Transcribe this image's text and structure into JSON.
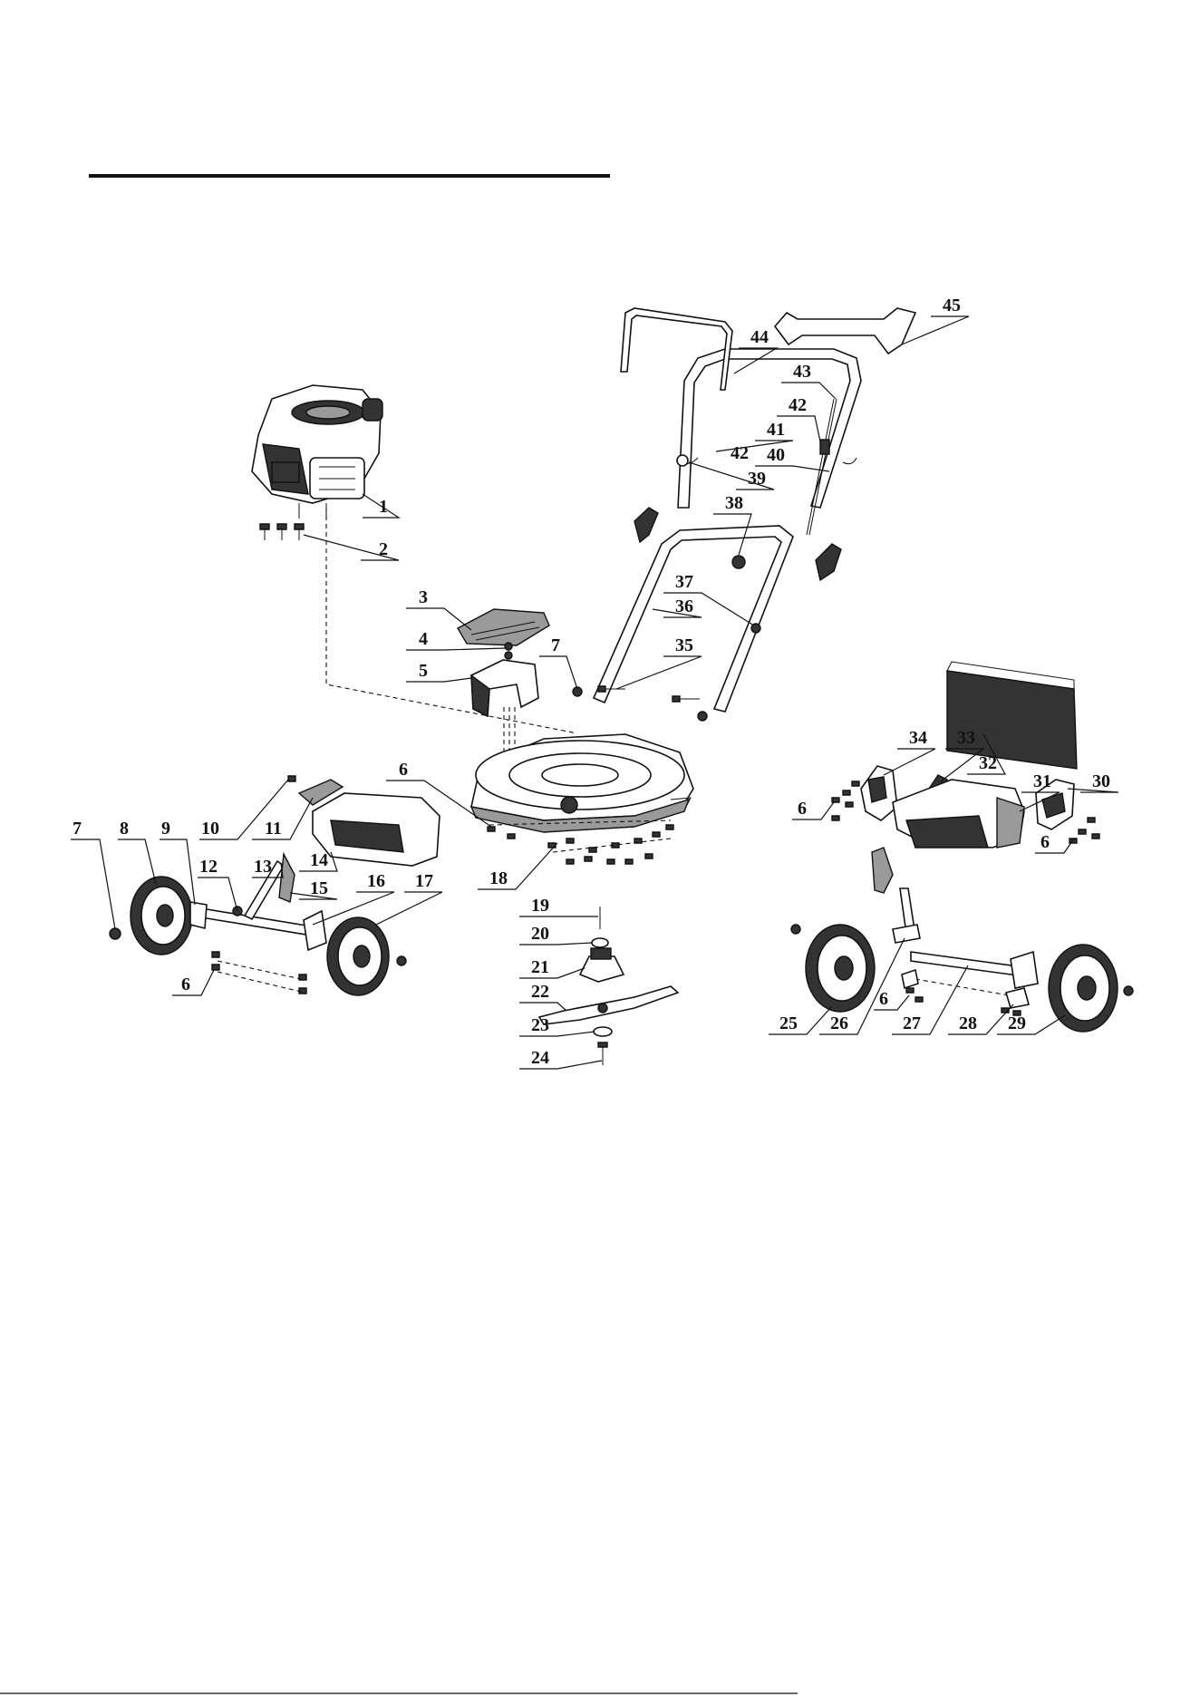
{
  "callouts": [
    {
      "n": "1"
    },
    {
      "n": "2"
    },
    {
      "n": "3"
    },
    {
      "n": "4"
    },
    {
      "n": "5"
    },
    {
      "n": "6"
    },
    {
      "n": "7"
    },
    {
      "n": "8"
    },
    {
      "n": "9"
    },
    {
      "n": "10"
    },
    {
      "n": "11"
    },
    {
      "n": "12"
    },
    {
      "n": "13"
    },
    {
      "n": "14"
    },
    {
      "n": "15"
    },
    {
      "n": "16"
    },
    {
      "n": "17"
    },
    {
      "n": "18"
    },
    {
      "n": "19"
    },
    {
      "n": "20"
    },
    {
      "n": "21"
    },
    {
      "n": "22"
    },
    {
      "n": "23"
    },
    {
      "n": "24"
    },
    {
      "n": "25"
    },
    {
      "n": "26"
    },
    {
      "n": "27"
    },
    {
      "n": "28"
    },
    {
      "n": "29"
    },
    {
      "n": "30"
    },
    {
      "n": "31"
    },
    {
      "n": "32"
    },
    {
      "n": "33"
    },
    {
      "n": "34"
    },
    {
      "n": "35"
    },
    {
      "n": "36"
    },
    {
      "n": "37"
    },
    {
      "n": "38"
    },
    {
      "n": "39"
    },
    {
      "n": "40"
    },
    {
      "n": "41"
    },
    {
      "n": "42"
    },
    {
      "n": "43"
    },
    {
      "n": "44"
    },
    {
      "n": "45"
    },
    {
      "n": "42"
    },
    {
      "n": "6"
    },
    {
      "n": "6"
    },
    {
      "n": "6"
    },
    {
      "n": "7"
    },
    {
      "n": "6"
    }
  ]
}
